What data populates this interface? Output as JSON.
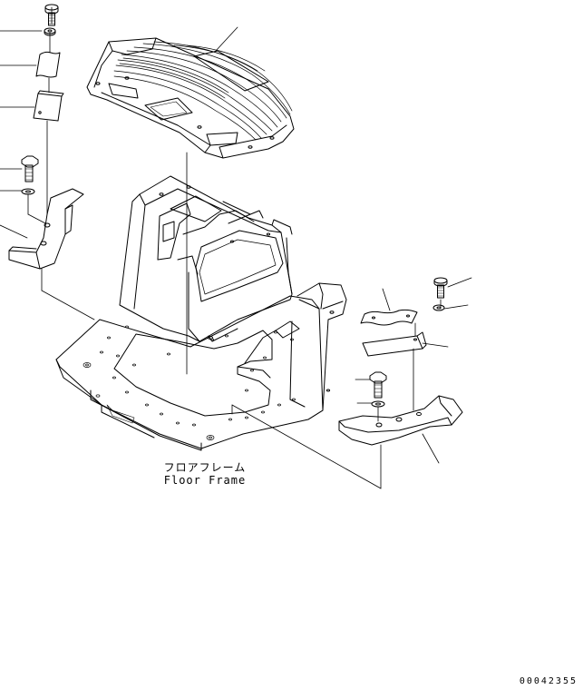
{
  "labels": {
    "floor_frame_jp": "フロアフレーム",
    "floor_frame_en": "Floor Frame"
  },
  "drawing_number": "00042355",
  "colors": {
    "line": "#000000",
    "background": "#ffffff"
  }
}
